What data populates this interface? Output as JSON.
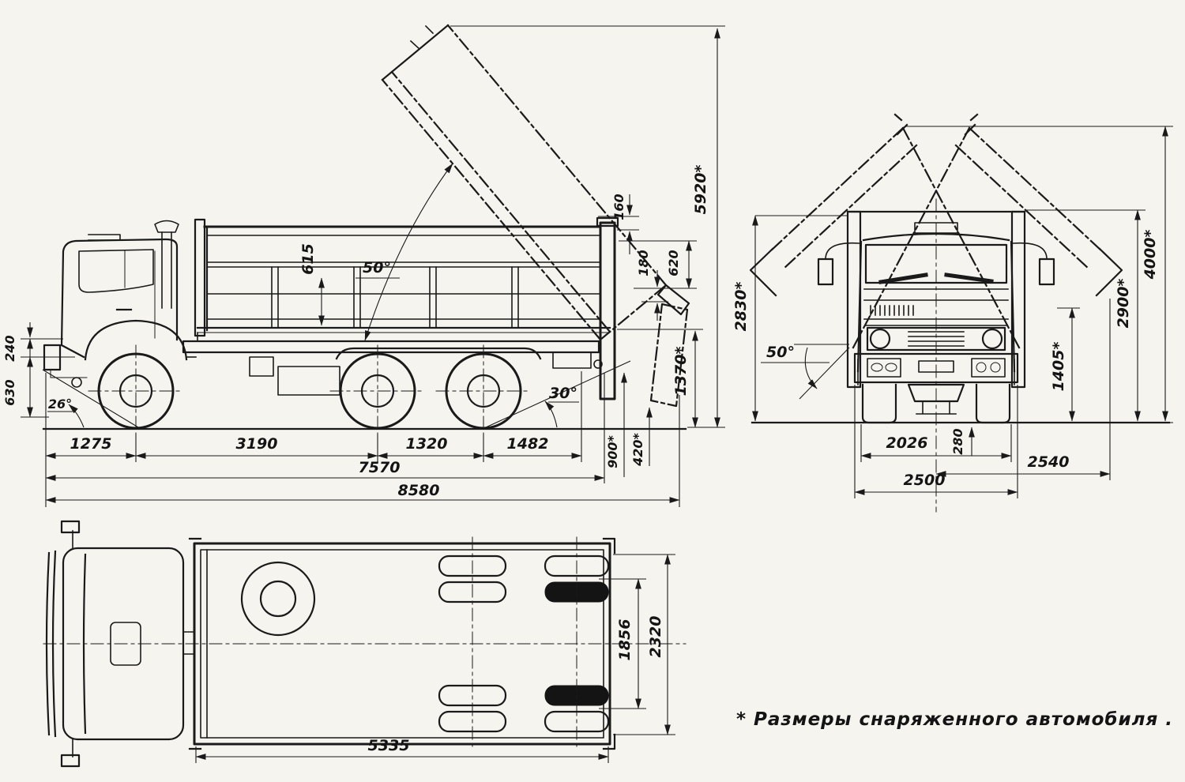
{
  "drawing": {
    "subject": "dump-truck dimensional drawing, three views",
    "footnote": "* Размеры снаряженного автомобиля ."
  },
  "side": {
    "label": "side view",
    "dims": {
      "d615": "615",
      "a50": "50°",
      "d160": "160",
      "d180": "180",
      "d620": "620",
      "d5920": "5920*",
      "d1370": "1370*",
      "d240": "240",
      "d630": "630",
      "a26": "26°",
      "a30": "30°",
      "d1275": "1275",
      "d3190": "3190",
      "d1320": "1320",
      "d1482": "1482",
      "d900": "900*",
      "d420": "420*",
      "d7570": "7570",
      "d8580": "8580"
    }
  },
  "front": {
    "label": "front view",
    "dims": {
      "d2830": "2830*",
      "a50": "50°",
      "d2900": "2900*",
      "d4000": "4000*",
      "d1405": "1405*",
      "d2026": "2026",
      "d280": "280",
      "d2500": "2500",
      "d2540": "2540"
    }
  },
  "top": {
    "label": "top (plan) view",
    "dims": {
      "d1856": "1856",
      "d2320": "2320",
      "d5335": "5335"
    }
  }
}
